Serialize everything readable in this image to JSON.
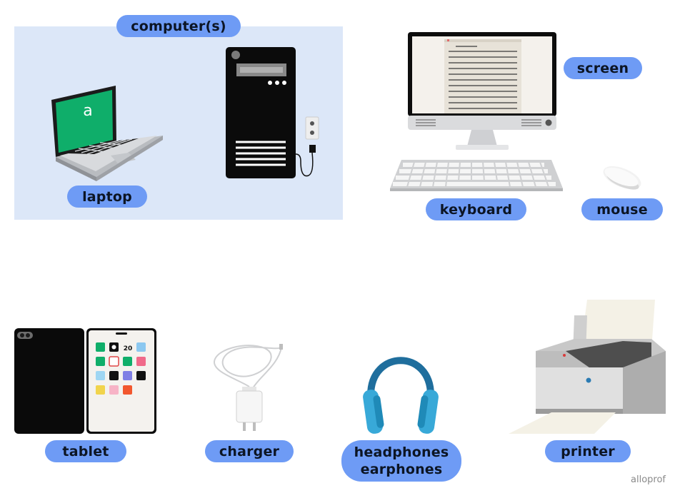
{
  "labels": {
    "computers": "computer(s)",
    "laptop": "laptop",
    "screen": "screen",
    "keyboard": "keyboard",
    "mouse": "mouse",
    "tablet": "tablet",
    "charger": "charger",
    "headphones_line1": "headphones",
    "headphones_line2": "earphones",
    "printer": "printer"
  },
  "laptop_logo": "a",
  "tablet_date": "20",
  "brand": "alloprof",
  "colors": {
    "pill": "#6e9bf5",
    "panel": "#dce7f8",
    "laptop_screen": "#0fae6a",
    "headphones": "#2a95c9"
  }
}
